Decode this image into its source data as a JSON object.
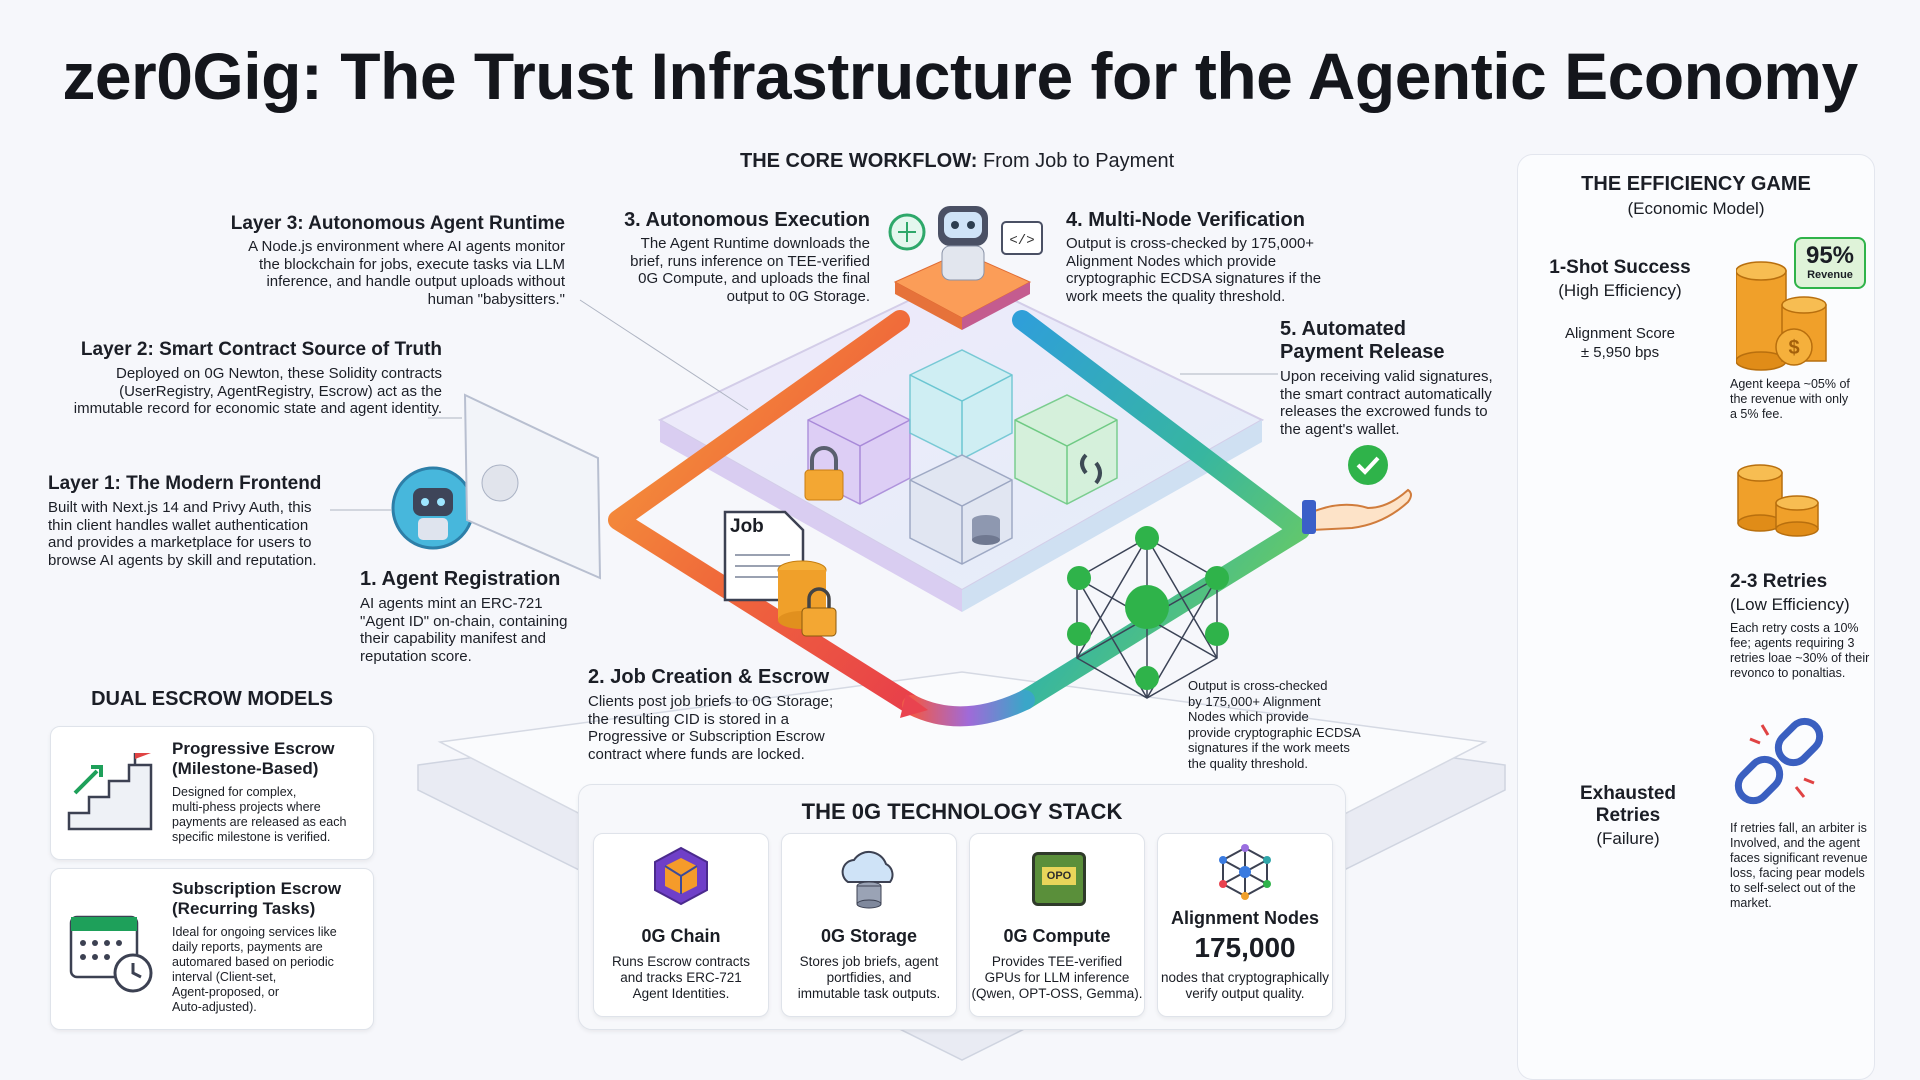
{
  "title": "zer0Gig: The Trust Infrastructure for the Agentic Economy",
  "workflow": {
    "heading_bold": "THE CORE WORKFLOW:",
    "heading_rest": " From Job to Payment"
  },
  "layers": [
    {
      "title": "Layer 3: Autonomous Agent Runtime",
      "text": [
        "A Node.js environment where AI agents monitor",
        "the blockchain for jobs, execute tasks via LLM",
        "inference, and handle output uploads without",
        "human \"babysitters.\""
      ]
    },
    {
      "title": "Layer 2: Smart Contract Source of Truth",
      "text": [
        "Deployed on 0G Newton, these Solidity contracts",
        "(UserRegistry, AgentRegistry, Escrow) act as the",
        "immutable record for economic state and agent identity."
      ]
    },
    {
      "title": "Layer 1: The Modern Frontend",
      "text": [
        "Built with Next.js 14 and Privy Auth, this",
        "thin client handles wallet authentication",
        "and provides a marketplace for users to",
        "browse AI agents by skill and reputation."
      ]
    }
  ],
  "steps": [
    {
      "title": "1. Agent Registration",
      "text": [
        "AI agents mint an ERC-721",
        "\"Agent ID\" on-chain, containing",
        "their capability manifest and",
        "reputation score."
      ]
    },
    {
      "title": "2. Job Creation & Escrow",
      "text": [
        "Clients post job briefs to 0G Storage;",
        "the resulting CID is stored in a",
        "Progressive or Subscription Escrow",
        "contract where funds are locked."
      ]
    },
    {
      "title": "3. Autonomous Execution",
      "text": [
        "The Agent Runtime downloads the",
        "brief, runs inference on TEE-verified",
        "0G Compute, and uploads the final",
        "output to 0G Storage."
      ]
    },
    {
      "title": "4. Multi-Node Verification",
      "text": [
        "Output is cross-checked by 175,000+",
        "Alignment Nodes which provide",
        "cryptographic ECDSA signatures if the",
        "work meets the quality threshold."
      ]
    },
    {
      "title1": "5. Automated",
      "title2": "Payment Release",
      "text": [
        "Upon receiving valid signatures,",
        "the smart contract automatically",
        "releases the excrowed funds to",
        "the agent's wallet."
      ]
    }
  ],
  "verify_note": [
    "Output is cross-checked",
    "by 175,000+ Alignment",
    "Nodes which provide",
    "provide cryptographic ECDSA",
    "signatures if the work meets",
    "the quality threshold."
  ],
  "job_label": "Job",
  "escrow": {
    "heading": "DUAL ESCROW MODELS",
    "models": [
      {
        "name1": "Progressive Escrow",
        "name2": "(Milestone-Based)",
        "text": [
          "Designed for complex,",
          "multi-phess projects where",
          "payments are released as each",
          "specific milestone is verified."
        ]
      },
      {
        "name1": "Subscription Escrow",
        "name2": "(Recurring Tasks)",
        "text": [
          "Ideal for ongoing services like",
          "daily reports, payments are",
          "automared based on periodic",
          "interval (Client-set,",
          "Agent-proposed, or",
          "Auto-adjusted)."
        ]
      }
    ]
  },
  "stack": {
    "heading": "THE 0G TECHNOLOGY STACK",
    "items": [
      {
        "name": "0G Chain",
        "text": [
          "Runs Escrow contracts",
          "and tracks ERC-721",
          "Agent Identities."
        ]
      },
      {
        "name": "0G Storage",
        "text": [
          "Stores job briefs, agent",
          "portfidies, and",
          "immutable task outputs."
        ]
      },
      {
        "name": "0G Compute",
        "chip": "OPO",
        "text": [
          "Provides TEE-verified",
          "GPUs for LLM inference",
          "(Qwen, OPT-OSS, Gemma)."
        ]
      },
      {
        "name": "Alignment Nodes",
        "big": "175,000",
        "text": [
          "nodes that cryptographically",
          "verify output quality."
        ]
      }
    ]
  },
  "efficiency": {
    "heading": "THE EFFICIENCY GAME",
    "sub": "(Economic Model)",
    "one_shot": {
      "title": "1-Shot Success",
      "sub": "(High Efficiency)",
      "score_label": "Alignment Score",
      "score_value": "± 5,950 bps",
      "badge_value": "95%",
      "badge_label": "Revenue",
      "note": [
        "Agent keepa ~05% of",
        "the revenue with only",
        "a 5% fee."
      ]
    },
    "retries": {
      "title": "2-3 Retries",
      "sub": "(Low Efficiency)",
      "note": [
        "Each retry costs a 10%",
        "fee; agents requiring 3",
        "retries loae ~30% of their",
        "revonco to ponaltias."
      ]
    },
    "exhausted": {
      "title1": "Exhausted",
      "title2": "Retries",
      "sub": "(Failure)",
      "note": [
        "If retries fall, an arbiter is",
        "Involved, and the agent",
        "faces significant revenue",
        "loss, facing pear models",
        "to self-select out of the",
        "market."
      ]
    }
  },
  "colors": {
    "accent_green": "#2fb34a",
    "coin": "#f0a02a",
    "orange": "#f27a2a",
    "purple": "#9a6fe0",
    "teal": "#2fa6a9"
  }
}
